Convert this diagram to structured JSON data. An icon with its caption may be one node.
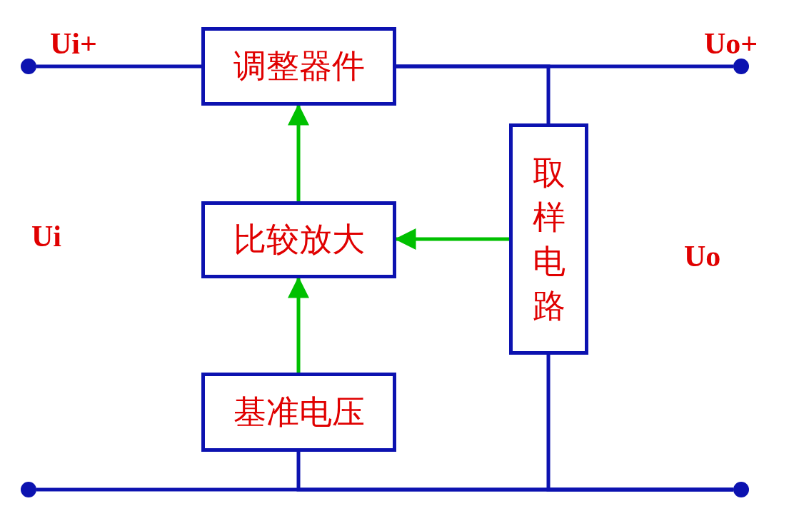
{
  "diagram": {
    "nodes": [
      {
        "text": [],
        "shape": "circle",
        "beside": [
          "Ui+"
        ]
      },
      {
        "text": [
          "调整器件"
        ]
      },
      {
        "text": [],
        "shape": "circle",
        "beside": [
          "Uo+"
        ]
      },
      {
        "text": [
          "比较放大"
        ]
      },
      {
        "text": [
          "取样电路"
        ]
      },
      {
        "text": [
          "基准电压"
        ]
      },
      {
        "text": [],
        "shape": "circle"
      },
      {
        "text": [],
        "shape": "circle"
      }
    ],
    "edges": [
      {
        "from": 0,
        "to": 1,
        "arrow": "none"
      },
      {
        "from": 1,
        "to": 2,
        "arrow": "none"
      },
      {
        "from": 1,
        "to": 4,
        "arrow": "none"
      },
      {
        "from": 4,
        "to": 3,
        "arrow": "to",
        "color": "#00c000"
      },
      {
        "from": 3,
        "to": 1,
        "arrow": "to",
        "color": "#00c000"
      },
      {
        "from": 5,
        "to": 3,
        "arrow": "to",
        "color": "#00c000"
      },
      {
        "from": 6,
        "to": 7,
        "arrow": "none"
      },
      {
        "from": 5,
        "to": 7,
        "arrow": "none"
      },
      {
        "from": 4,
        "to": 7,
        "arrow": "none"
      }
    ],
    "labels": [
      "Ui",
      "Uo"
    ]
  }
}
